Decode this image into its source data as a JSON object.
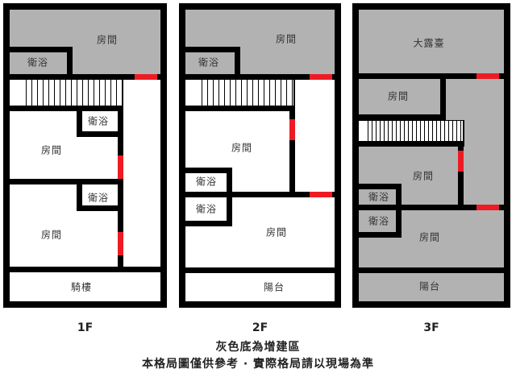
{
  "legend_colors": {
    "addition_area_gray": "#b2b2b2",
    "door_marker_red": "#ed1c24",
    "wall_black": "#000000"
  },
  "floors": [
    {
      "label": "1F",
      "rooms": {
        "top_room": "房間",
        "top_bath": "衛浴",
        "mid_bath": "衛浴",
        "mid_room": "房間",
        "low_bath": "衛浴",
        "low_room": "房間",
        "base": "騎樓"
      }
    },
    {
      "label": "2F",
      "rooms": {
        "top_room": "房間",
        "top_bath": "衛浴",
        "mid_room": "房間",
        "bath_a": "衛浴",
        "bath_b": "衛浴",
        "low_room": "房間",
        "base": "陽台"
      }
    },
    {
      "label": "3F",
      "rooms": {
        "terrace": "大露臺",
        "upper_room": "房間",
        "mid_room": "房間",
        "bath_a": "衛浴",
        "bath_b": "衛浴",
        "low_room": "房間",
        "base": "陽台"
      }
    }
  ],
  "captions": {
    "legend": "灰色底為增建區",
    "disclaimer": "本格局圖僅供參考 · 實際格局請以現場為準"
  }
}
